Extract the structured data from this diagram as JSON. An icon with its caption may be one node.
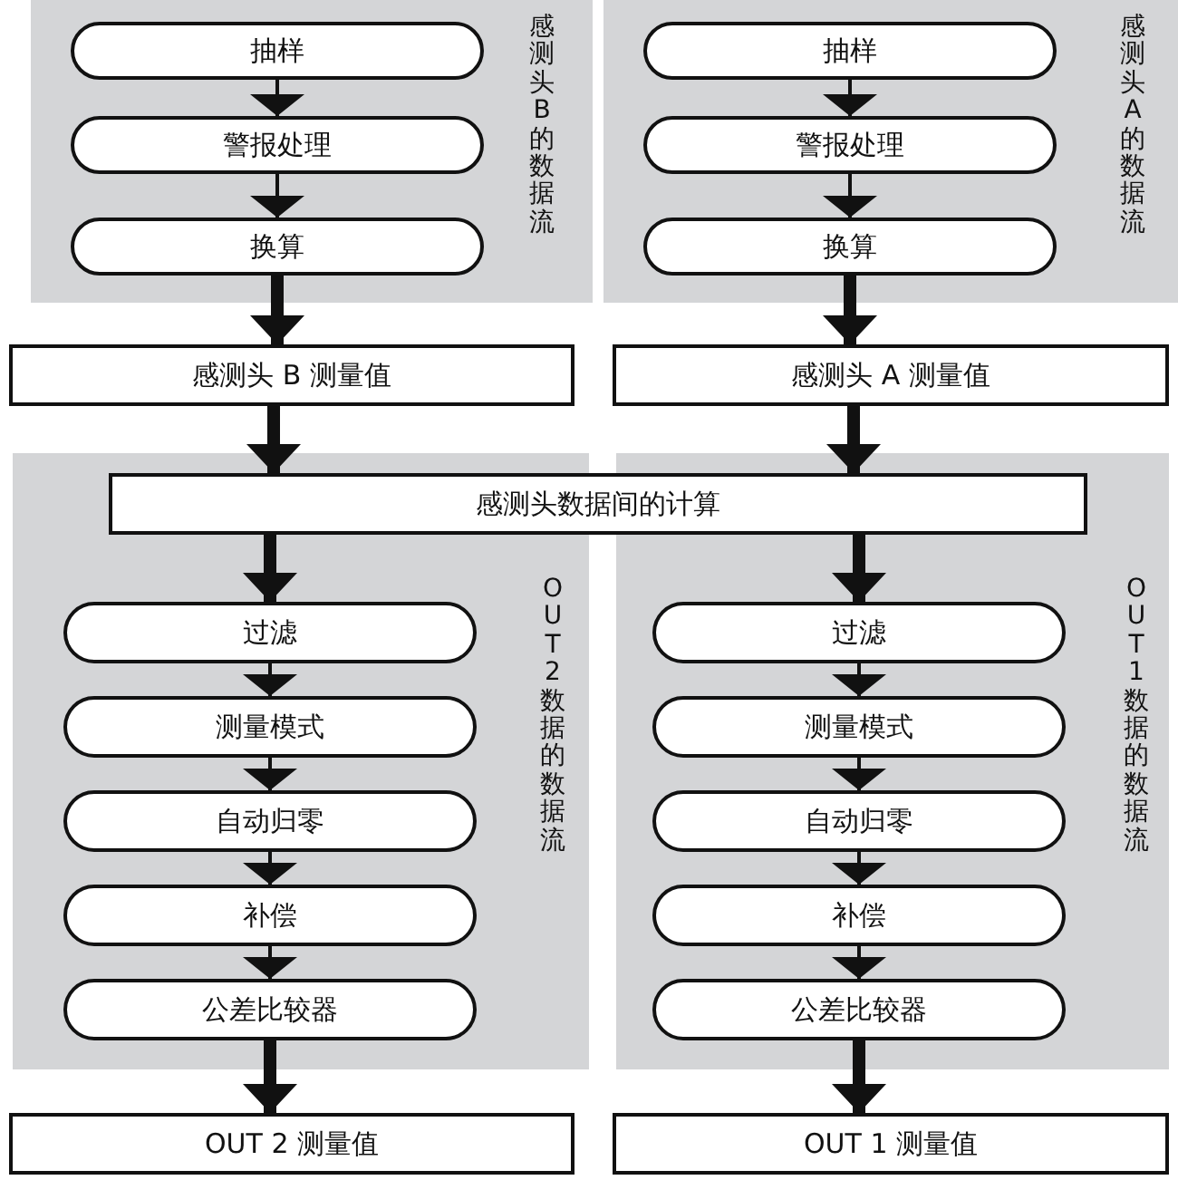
{
  "diagram": {
    "nodes": [
      {
        "text": [
          "感测头 B 的数据流"
        ]
      },
      {
        "text": [
          "抽样"
        ],
        "in": 0
      },
      {
        "text": [
          "警报处理"
        ],
        "in": 0
      },
      {
        "text": [
          "换算"
        ],
        "in": 0
      },
      {
        "text": [
          "感测头 A 的数据流"
        ]
      },
      {
        "text": [
          "抽样"
        ],
        "in": 4
      },
      {
        "text": [
          "警报处理"
        ],
        "in": 4
      },
      {
        "text": [
          "换算"
        ],
        "in": 4
      },
      {
        "text": [
          "感测头 B 测量值"
        ]
      },
      {
        "text": [
          "感测头 A 测量值"
        ]
      },
      {
        "text": [
          "感测头数据间的计算"
        ]
      },
      {
        "text": [
          "OUT 2 数据的数据流"
        ]
      },
      {
        "text": [
          "过滤"
        ],
        "in": 11
      },
      {
        "text": [
          "测量模式"
        ],
        "in": 11
      },
      {
        "text": [
          "自动归零"
        ],
        "in": 11
      },
      {
        "text": [
          "补偿"
        ],
        "in": 11
      },
      {
        "text": [
          "公差比较器"
        ],
        "in": 11
      },
      {
        "text": [
          "OUT 1 数据的数据流"
        ]
      },
      {
        "text": [
          "过滤"
        ],
        "in": 17
      },
      {
        "text": [
          "测量模式"
        ],
        "in": 17
      },
      {
        "text": [
          "自动归零"
        ],
        "in": 17
      },
      {
        "text": [
          "补偿"
        ],
        "in": 17
      },
      {
        "text": [
          "公差比较器"
        ],
        "in": 17
      },
      {
        "text": [
          "OUT 2 测量值"
        ]
      },
      {
        "text": [
          "OUT 1 测量值"
        ]
      }
    ],
    "edges": [
      {
        "from": 1,
        "to": 2,
        "arrow": "to"
      },
      {
        "from": 2,
        "to": 3,
        "arrow": "to"
      },
      {
        "from": 3,
        "to": 8,
        "arrow": "to",
        "style": "thick"
      },
      {
        "from": 5,
        "to": 6,
        "arrow": "to"
      },
      {
        "from": 6,
        "to": 7,
        "arrow": "to"
      },
      {
        "from": 7,
        "to": 9,
        "arrow": "to",
        "style": "thick"
      },
      {
        "from": 8,
        "to": 10,
        "arrow": "to",
        "style": "thick"
      },
      {
        "from": 9,
        "to": 10,
        "arrow": "to",
        "style": "thick"
      },
      {
        "from": 10,
        "to": 12,
        "arrow": "to",
        "style": "thick"
      },
      {
        "from": 10,
        "to": 18,
        "arrow": "to",
        "style": "thick"
      },
      {
        "from": 12,
        "to": 13,
        "arrow": "to"
      },
      {
        "from": 13,
        "to": 14,
        "arrow": "to"
      },
      {
        "from": 14,
        "to": 15,
        "arrow": "to"
      },
      {
        "from": 15,
        "to": 16,
        "arrow": "to"
      },
      {
        "from": 16,
        "to": 23,
        "arrow": "to",
        "style": "thick"
      },
      {
        "from": 18,
        "to": 19,
        "arrow": "to"
      },
      {
        "from": 19,
        "to": 20,
        "arrow": "to"
      },
      {
        "from": 20,
        "to": 21,
        "arrow": "to"
      },
      {
        "from": 21,
        "to": 22,
        "arrow": "to"
      },
      {
        "from": 22,
        "to": 24,
        "arrow": "to",
        "style": "thick"
      }
    ]
  }
}
